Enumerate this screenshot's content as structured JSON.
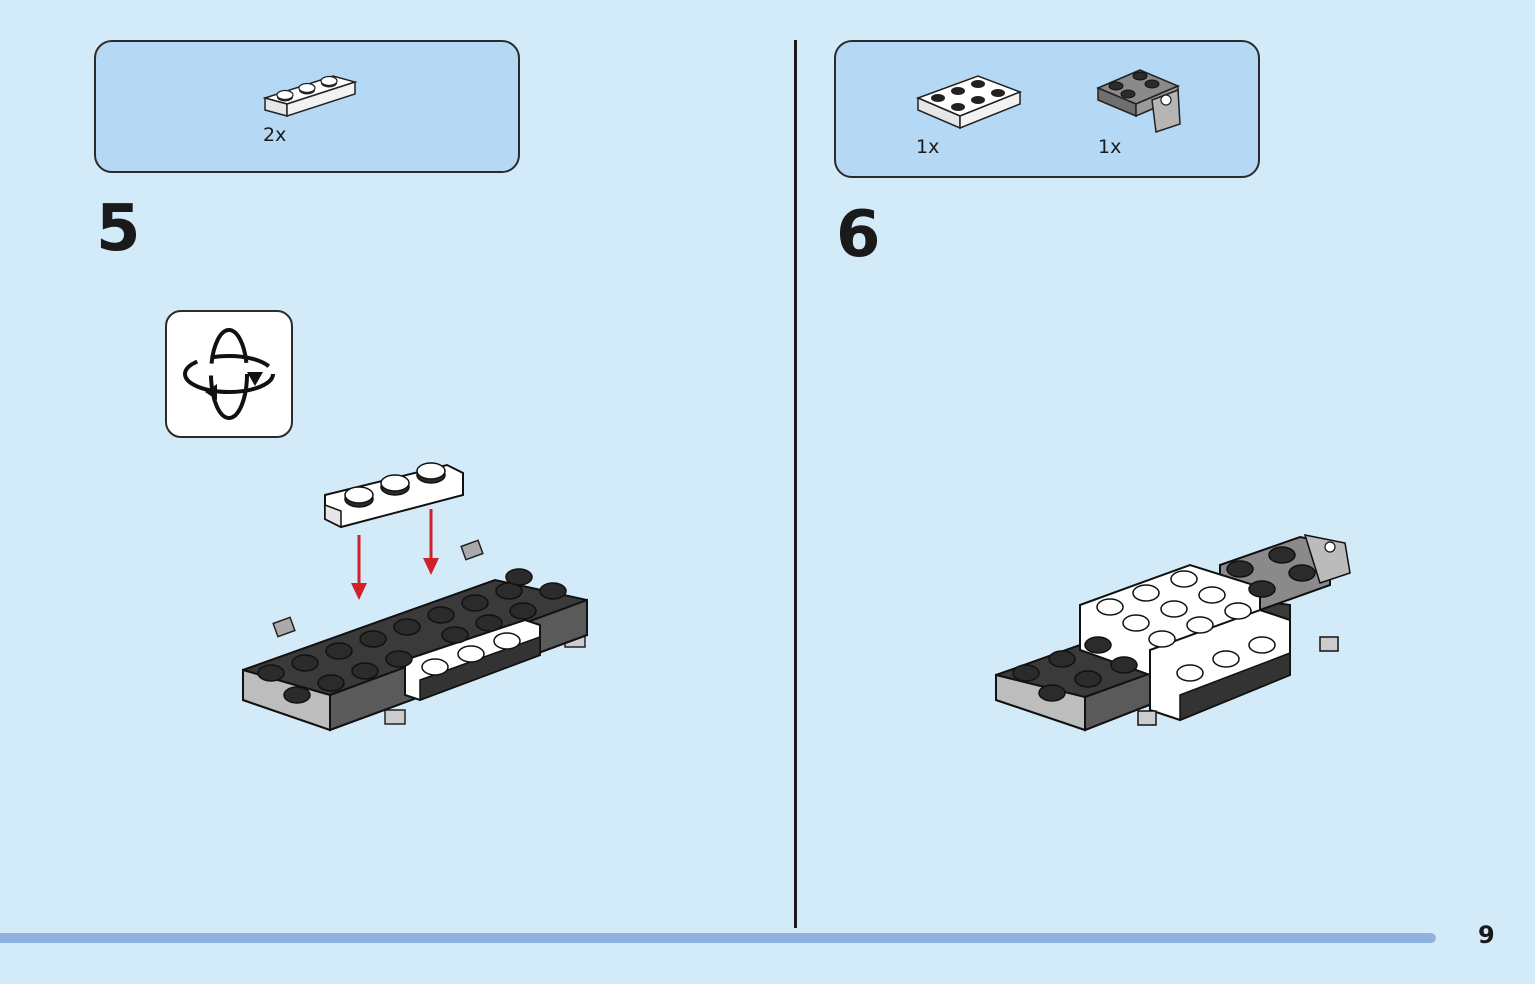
{
  "steps": [
    {
      "number": "5",
      "parts": [
        {
          "qty": "2x",
          "part": "plate-1x3-white"
        }
      ],
      "rotate_hint": "rotate-model-icon"
    },
    {
      "number": "6",
      "parts": [
        {
          "qty": "1x",
          "part": "plate-2x3-white"
        },
        {
          "qty": "1x",
          "part": "plate-with-clip-gray"
        }
      ]
    }
  ],
  "page_number": "9",
  "colors": {
    "background": "#d3ebf9",
    "parts_box": "#b5d9f4",
    "progress_bar": "#8eb1df",
    "arrow": "#d0202a",
    "brick_dark": "#3a3a3a",
    "brick_gray": "#8a8a8a",
    "brick_white": "#ffffff"
  }
}
